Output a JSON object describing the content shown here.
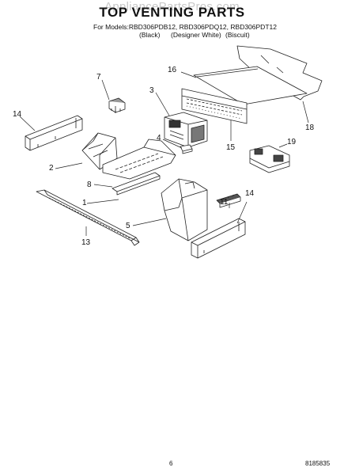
{
  "watermark": "AppliancePartsPros.com",
  "title": "TOP VENTING PARTS",
  "models_line": "For Models:RBD306PDB12, RBD306PDQ12, RBD306PDT12",
  "variants": [
    "(Black)",
    "(Designer White)",
    "(Biscuit)"
  ],
  "callouts": [
    "1",
    "2",
    "3",
    "4",
    "5",
    "7",
    "8",
    "11",
    "13",
    "14",
    "14",
    "15",
    "16",
    "18",
    "19"
  ],
  "page_number": "6",
  "doc_number": "8185835"
}
